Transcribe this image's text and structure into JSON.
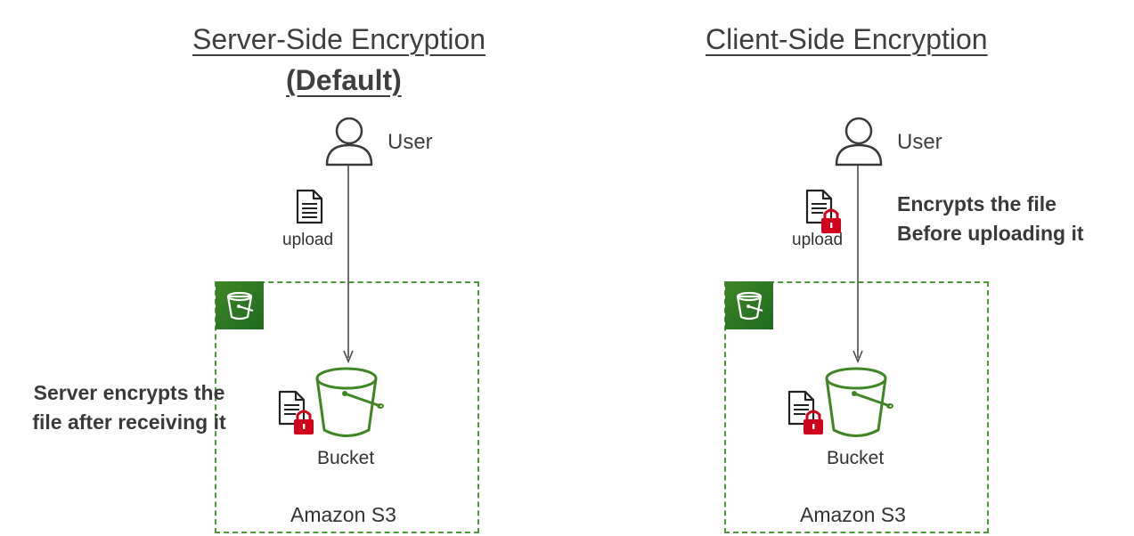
{
  "left": {
    "title": "Server-Side Encryption",
    "subtitle": "(Default)",
    "user_label": "User",
    "upload_label": "upload",
    "note_lines": [
      "Server encrypts the",
      "file after receiving it"
    ],
    "bucket_label": "Bucket",
    "service_label": "Amazon S3"
  },
  "right": {
    "title": "Client-Side Encryption",
    "user_label": "User",
    "upload_label": "upload",
    "note_lines": [
      "Encrypts the file",
      "Before uploading it"
    ],
    "bucket_label": "Bucket",
    "service_label": "Amazon S3"
  },
  "colors": {
    "s3_green": "#3f8624",
    "bucket_green": "#3f8624",
    "lock_red": "#d0021b",
    "arrow": "#4a4a4a"
  },
  "icons": [
    "user-icon",
    "document-icon",
    "lock-icon",
    "s3-bucket-icon",
    "amazon-s3-service-icon"
  ]
}
